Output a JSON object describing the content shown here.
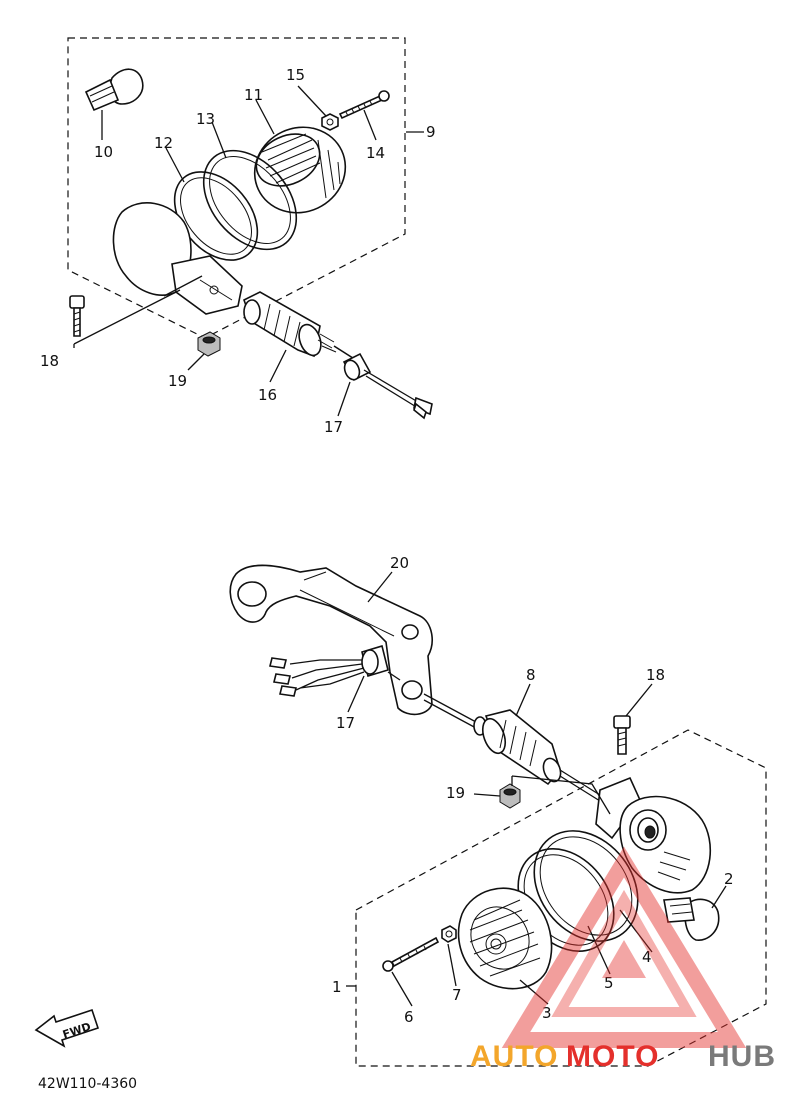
{
  "callouts": {
    "c1": "1",
    "c2": "2",
    "c3": "3",
    "c4": "4",
    "c5": "5",
    "c6": "6",
    "c7": "7",
    "c8": "8",
    "c9": "9",
    "c10": "10",
    "c11": "11",
    "c12": "12",
    "c13": "13",
    "c14": "14",
    "c15": "15",
    "c16": "16",
    "c17a": "17",
    "c17b": "17",
    "c18a": "18",
    "c18b": "18",
    "c19a": "19",
    "c19b": "19",
    "c20": "20"
  },
  "fwd_label": "FWD",
  "diagram_code": "42W110-4360",
  "watermark": {
    "part1": "AUTO",
    "part2": "MOTO",
    "part3": "HUB",
    "color_orange": "#f3a62b",
    "color_red": "#e4302c",
    "color_gray": "#7a7a7a"
  }
}
